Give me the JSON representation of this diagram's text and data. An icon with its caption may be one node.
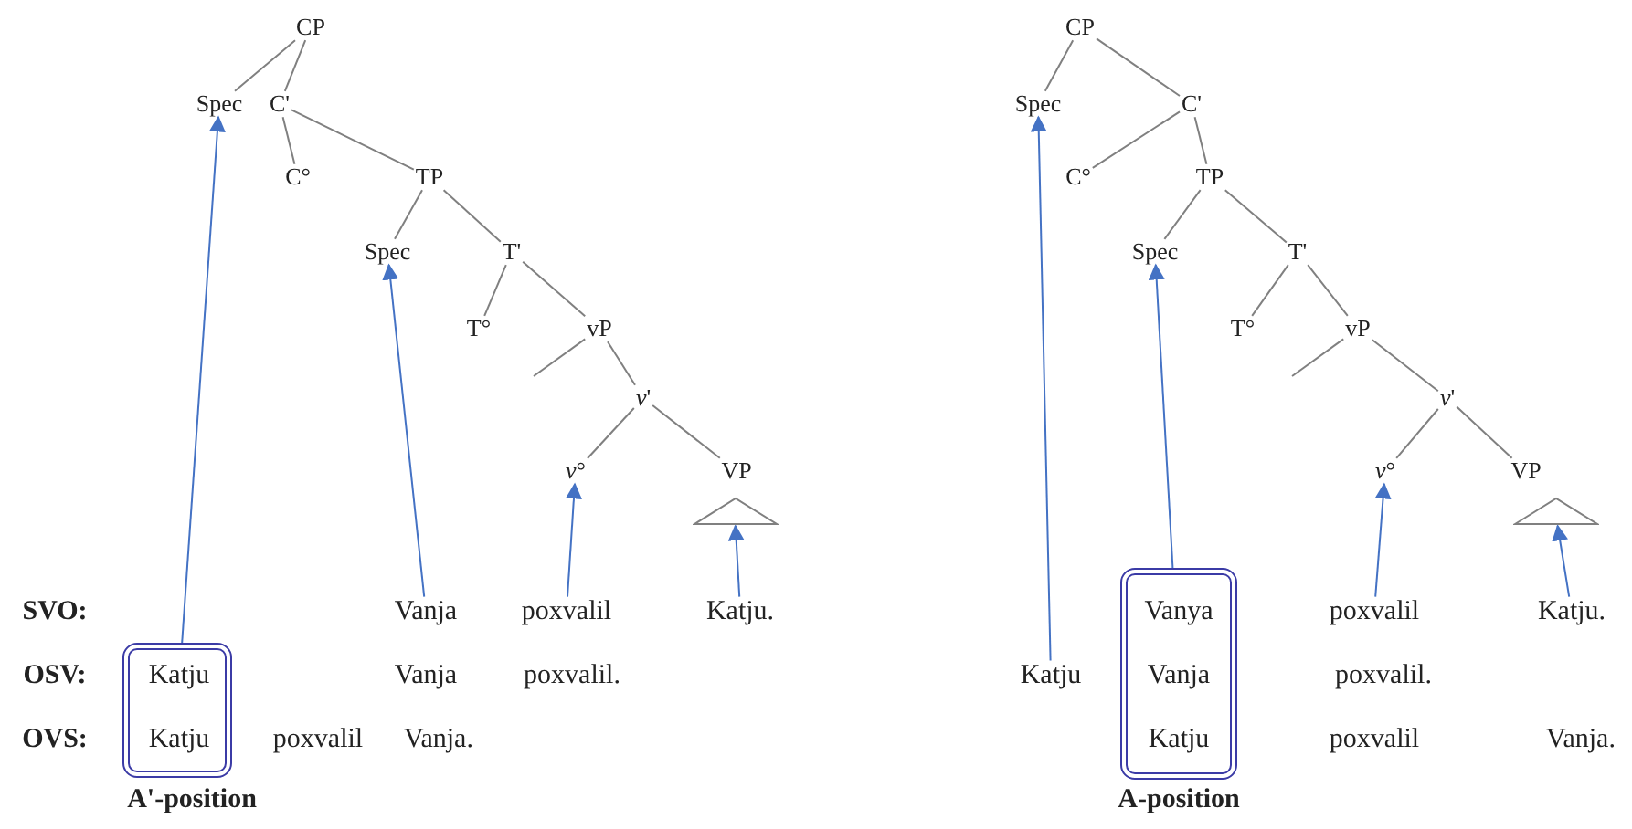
{
  "diagram": {
    "nodes": [
      {
        "text": [
          "CP"
        ]
      },
      {
        "text": [
          "Spec"
        ]
      },
      {
        "text": [
          "C'"
        ]
      },
      {
        "text": [
          "C°"
        ]
      },
      {
        "text": [
          "TP"
        ]
      },
      {
        "text": [
          "Spec"
        ]
      },
      {
        "text": [
          "T'"
        ]
      },
      {
        "text": [
          "T°"
        ]
      },
      {
        "text": [
          "vP"
        ]
      },
      {
        "text": [
          "*v*'"
        ]
      },
      {
        "text": [
          "*v*°"
        ]
      },
      {
        "text": [
          "VP"
        ]
      },
      {
        "text": [],
        "shape": "triangle"
      },
      {
        "text": [
          "CP"
        ]
      },
      {
        "text": [
          "Spec"
        ]
      },
      {
        "text": [
          "C'"
        ]
      },
      {
        "text": [
          "C°"
        ]
      },
      {
        "text": [
          "TP"
        ]
      },
      {
        "text": [
          "Spec"
        ]
      },
      {
        "text": [
          "T'"
        ]
      },
      {
        "text": [
          "T°"
        ]
      },
      {
        "text": [
          "vP"
        ]
      },
      {
        "text": [
          "*v*'"
        ]
      },
      {
        "text": [
          "*v*°"
        ]
      },
      {
        "text": [
          "VP"
        ]
      },
      {
        "text": [],
        "shape": "triangle"
      },
      {
        "text": [
          "Vanja"
        ]
      },
      {
        "text": [
          "poxvalil"
        ]
      },
      {
        "text": [
          "Katju."
        ]
      },
      {
        "text": [],
        "shape": "box",
        "beside": [
          "A'-position"
        ]
      },
      {
        "text": [
          "Katju"
        ],
        "in": 29
      },
      {
        "text": [
          "Katju"
        ],
        "in": 29
      },
      {
        "text": [],
        "shape": "box",
        "beside": [
          "A-position"
        ]
      },
      {
        "text": [
          "Vanya"
        ],
        "in": 32
      },
      {
        "text": [
          "Vanja"
        ],
        "in": 32
      },
      {
        "text": [
          "Katju"
        ],
        "in": 32
      },
      {
        "text": [
          "poxvalil"
        ]
      },
      {
        "text": [
          "Katju."
        ]
      },
      {
        "text": [
          "Katju"
        ]
      }
    ],
    "edges": [
      {
        "from": 0,
        "to": 1,
        "arrow": "none"
      },
      {
        "from": 0,
        "to": 2,
        "arrow": "none"
      },
      {
        "from": 2,
        "to": 3,
        "arrow": "none"
      },
      {
        "from": 2,
        "to": 4,
        "arrow": "none"
      },
      {
        "from": 4,
        "to": 5,
        "arrow": "none"
      },
      {
        "from": 4,
        "to": 6,
        "arrow": "none"
      },
      {
        "from": 6,
        "to": 7,
        "arrow": "none"
      },
      {
        "from": 6,
        "to": 8,
        "arrow": "none"
      },
      {
        "from": 8,
        "to": null,
        "arrow": "none"
      },
      {
        "from": 8,
        "to": 9,
        "arrow": "none"
      },
      {
        "from": 9,
        "to": 10,
        "arrow": "none"
      },
      {
        "from": 9,
        "to": 11,
        "arrow": "none"
      },
      {
        "from": 13,
        "to": 14,
        "arrow": "none"
      },
      {
        "from": 13,
        "to": 15,
        "arrow": "none"
      },
      {
        "from": 15,
        "to": 16,
        "arrow": "none"
      },
      {
        "from": 15,
        "to": 17,
        "arrow": "none"
      },
      {
        "from": 17,
        "to": 18,
        "arrow": "none"
      },
      {
        "from": 17,
        "to": 19,
        "arrow": "none"
      },
      {
        "from": 19,
        "to": 20,
        "arrow": "none"
      },
      {
        "from": 19,
        "to": 21,
        "arrow": "none"
      },
      {
        "from": 21,
        "to": null,
        "arrow": "none"
      },
      {
        "from": 21,
        "to": 22,
        "arrow": "none"
      },
      {
        "from": 22,
        "to": 23,
        "arrow": "none"
      },
      {
        "from": 22,
        "to": 24,
        "arrow": "none"
      },
      {
        "from": 29,
        "to": 1,
        "arrow": "to",
        "color": "#4472c4"
      },
      {
        "from": 26,
        "to": 5,
        "arrow": "to",
        "color": "#4472c4"
      },
      {
        "from": 27,
        "to": 10,
        "arrow": "to",
        "color": "#4472c4"
      },
      {
        "from": 28,
        "to": 12,
        "arrow": "to",
        "color": "#4472c4"
      },
      {
        "from": 38,
        "to": 14,
        "arrow": "to",
        "color": "#4472c4"
      },
      {
        "from": 32,
        "to": 18,
        "arrow": "to",
        "color": "#4472c4"
      },
      {
        "from": 36,
        "to": 23,
        "arrow": "to",
        "color": "#4472c4"
      },
      {
        "from": 37,
        "to": 25,
        "arrow": "to",
        "color": "#4472c4"
      }
    ],
    "labels": [
      "SVO:",
      "OSV:",
      "Vanja",
      "poxvalil.",
      "poxvalil.",
      "OVS:",
      "poxvalil",
      "Vanja.",
      "poxvalil",
      "Vanja."
    ]
  }
}
